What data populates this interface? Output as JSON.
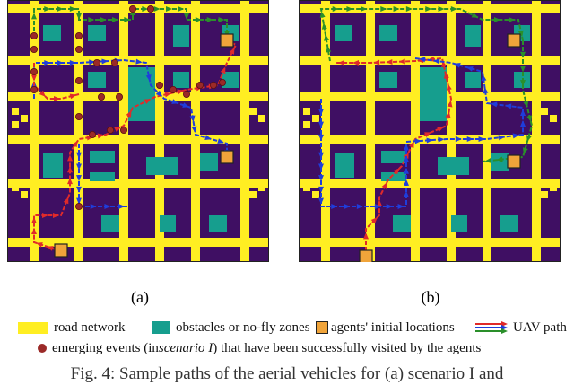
{
  "figure": {
    "subfigures": [
      {
        "label": "(a)"
      },
      {
        "label": "(b)"
      }
    ]
  },
  "legend": {
    "road_network": "road network",
    "obstacles": "obstacles or no-fly zones",
    "agents": "agents' initial locations",
    "uav_path": "UAV path",
    "events_prefix": "emerging events (in ",
    "events_scenario": "scenario I",
    "events_suffix": ") that have been successfully visited by the agents"
  },
  "caption": {
    "text": "Fig. 4: Sample paths of the aerial vehicles for (a) scenario I and"
  },
  "colors": {
    "background_grid": "#3f0f63",
    "road": "#ffee22",
    "obstacle": "#169e8e",
    "agent": "#f0a43a",
    "path_red": "#e02a2a",
    "path_blue": "#1f3ddb",
    "path_green": "#2a8f2a",
    "event": "#9b2a28"
  }
}
